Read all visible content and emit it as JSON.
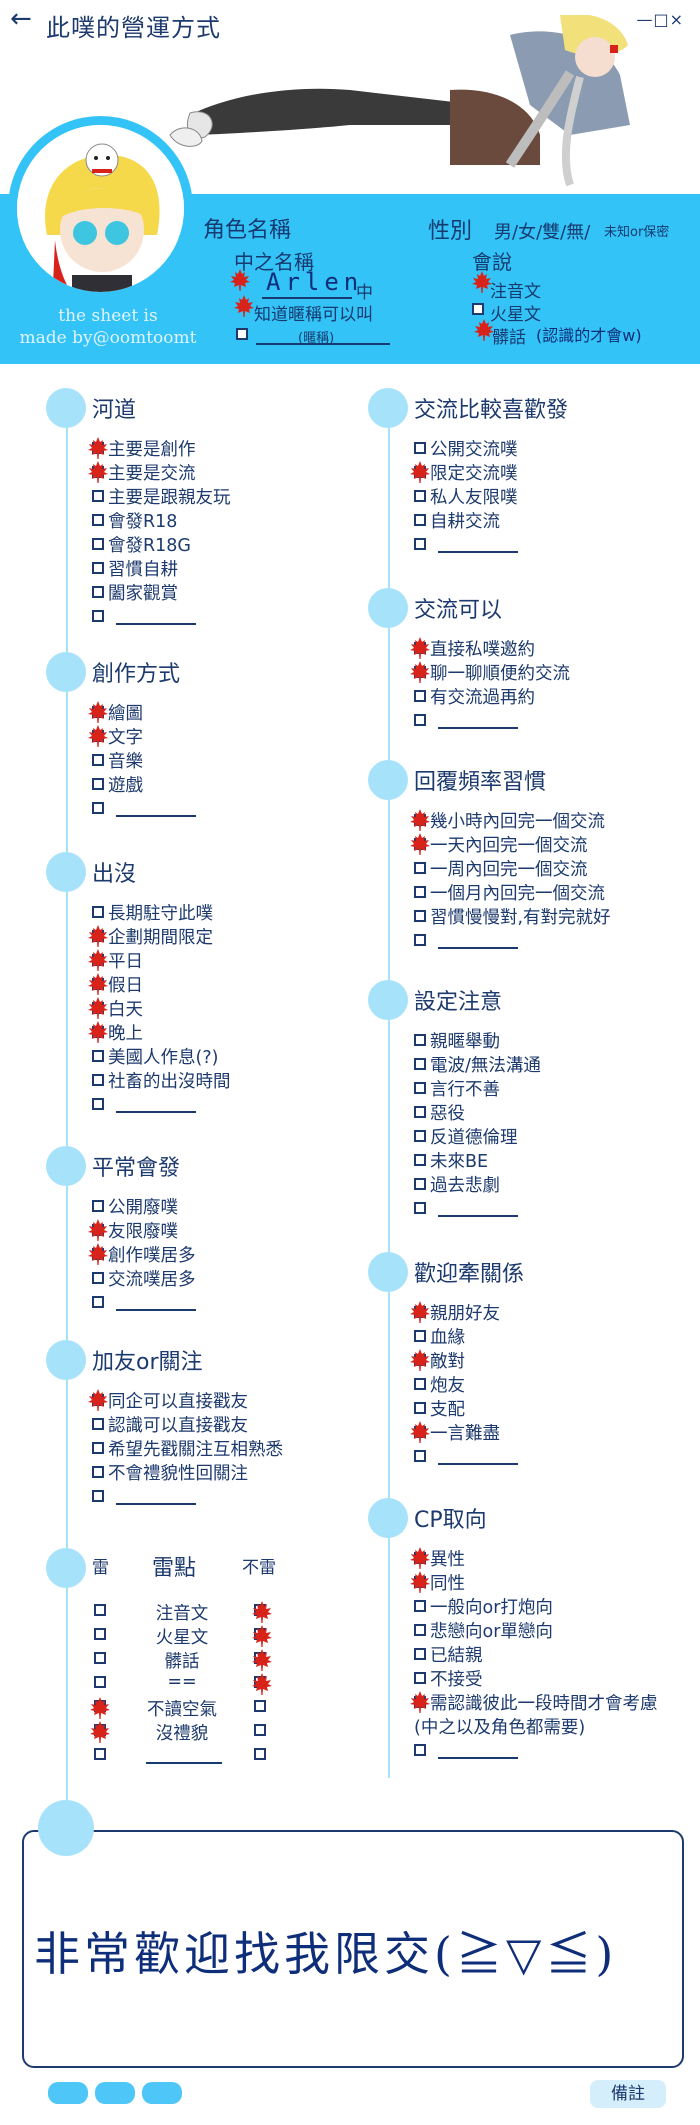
{
  "title_bar": {
    "back_icon": "arrow-left-icon",
    "title": "此噗的營運方式",
    "window_controls": "—□×"
  },
  "credit": {
    "line1": "the sheet is",
    "line2": "made by@oomtoomt"
  },
  "profile": {
    "role_name_label": "角色名稱",
    "gender_label": "性別",
    "gender_options": "男/女/雙/無/",
    "gender_note": "未知or保密",
    "nickname_label": "中之名稱",
    "nickname_value": "Arlen",
    "nickname_suffix": "中",
    "nickname_opt2": "知道暱稱可以叫",
    "nickname_opt3_hint": "(暱稱)",
    "speak_label": "會說",
    "speak_items": [
      "注音文",
      "火星文",
      "髒話"
    ],
    "speak_handwritten": "(認識的才會w)"
  },
  "left_sections": [
    {
      "title": "河道",
      "items": [
        {
          "text": "主要是創作",
          "checked": true
        },
        {
          "text": "主要是交流",
          "checked": true
        },
        {
          "text": "主要是跟親友玩",
          "checked": false
        },
        {
          "text": "會發R18",
          "checked": false
        },
        {
          "text": "會發R18G",
          "checked": false
        },
        {
          "text": "習慣自耕",
          "checked": false
        },
        {
          "text": "闔家觀賞",
          "checked": false
        },
        {
          "text": "",
          "checked": false
        }
      ]
    },
    {
      "title": "創作方式",
      "items": [
        {
          "text": "繪圖",
          "checked": true
        },
        {
          "text": "文字",
          "checked": true
        },
        {
          "text": "音樂",
          "checked": false
        },
        {
          "text": "遊戲",
          "checked": false
        },
        {
          "text": "",
          "checked": false
        }
      ]
    },
    {
      "title": "出沒",
      "items": [
        {
          "text": "長期駐守此噗",
          "checked": false
        },
        {
          "text": "企劃期間限定",
          "checked": true
        },
        {
          "text": "平日",
          "checked": true
        },
        {
          "text": "假日",
          "checked": true
        },
        {
          "text": "白天",
          "checked": true
        },
        {
          "text": "晚上",
          "checked": true
        },
        {
          "text": "美國人作息(?)",
          "checked": false
        },
        {
          "text": "社畜的出沒時間",
          "checked": false
        },
        {
          "text": "",
          "checked": false
        }
      ]
    },
    {
      "title": "平常會發",
      "items": [
        {
          "text": "公開廢噗",
          "checked": false
        },
        {
          "text": "友限廢噗",
          "checked": true
        },
        {
          "text": "創作噗居多",
          "checked": true
        },
        {
          "text": "交流噗居多",
          "checked": false
        },
        {
          "text": "",
          "checked": false
        }
      ]
    },
    {
      "title": "加友or關注",
      "items": [
        {
          "text": "同企可以直接戳友",
          "checked": true
        },
        {
          "text": "認識可以直接戳友",
          "checked": false
        },
        {
          "text": "希望先戳關注互相熟悉",
          "checked": false
        },
        {
          "text": "不會禮貌性回關注",
          "checked": false
        },
        {
          "text": "",
          "checked": false
        }
      ]
    }
  ],
  "mine": {
    "dislike_label": "雷",
    "title": "雷點",
    "ok_label": "不雷",
    "rows": [
      {
        "text": "注音文",
        "dislike": false,
        "ok": true
      },
      {
        "text": "火星文",
        "dislike": false,
        "ok": true
      },
      {
        "text": "髒話",
        "dislike": false,
        "ok": true
      },
      {
        "text": "==",
        "dislike": false,
        "ok": true
      },
      {
        "text": "不讀空氣",
        "dislike": true,
        "ok": false
      },
      {
        "text": "沒禮貌",
        "dislike": true,
        "ok": false
      },
      {
        "text": "",
        "dislike": false,
        "ok": false
      }
    ]
  },
  "right_sections": [
    {
      "title": "交流比較喜歡發",
      "items": [
        {
          "text": "公開交流噗",
          "checked": false
        },
        {
          "text": "限定交流噗",
          "checked": true
        },
        {
          "text": "私人友限噗",
          "checked": false
        },
        {
          "text": "自耕交流",
          "checked": false
        },
        {
          "text": "",
          "checked": false
        }
      ]
    },
    {
      "title": "交流可以",
      "items": [
        {
          "text": "直接私噗邀約",
          "checked": true
        },
        {
          "text": "聊一聊順便約交流",
          "checked": true
        },
        {
          "text": "有交流過再約",
          "checked": false
        },
        {
          "text": "",
          "checked": false
        }
      ]
    },
    {
      "title": "回覆頻率習慣",
      "items": [
        {
          "text": "幾小時內回完一個交流",
          "checked": true
        },
        {
          "text": "一天內回完一個交流",
          "checked": true
        },
        {
          "text": "一周內回完一個交流",
          "checked": false
        },
        {
          "text": "一個月內回完一個交流",
          "checked": false
        },
        {
          "text": "習慣慢慢對,有對完就好",
          "checked": false
        },
        {
          "text": "",
          "checked": false
        }
      ]
    },
    {
      "title": "設定注意",
      "items": [
        {
          "text": "親暱舉動",
          "checked": false
        },
        {
          "text": "電波/無法溝通",
          "checked": false
        },
        {
          "text": "言行不善",
          "checked": false
        },
        {
          "text": "惡役",
          "checked": false
        },
        {
          "text": "反道德倫理",
          "checked": false
        },
        {
          "text": "未來BE",
          "checked": false
        },
        {
          "text": "過去悲劇",
          "checked": false
        },
        {
          "text": "",
          "checked": false
        }
      ]
    },
    {
      "title": "歡迎牽關係",
      "items": [
        {
          "text": "親朋好友",
          "checked": true
        },
        {
          "text": "血緣",
          "checked": false
        },
        {
          "text": "敵對",
          "checked": true
        },
        {
          "text": "炮友",
          "checked": false
        },
        {
          "text": "支配",
          "checked": false
        },
        {
          "text": "一言難盡",
          "checked": true
        },
        {
          "text": "",
          "checked": false
        }
      ]
    },
    {
      "title": "CP取向",
      "items": [
        {
          "text": "異性",
          "checked": true
        },
        {
          "text": "同性",
          "checked": true
        },
        {
          "text": "一般向or打炮向",
          "checked": false
        },
        {
          "text": "悲戀向or單戀向",
          "checked": false
        },
        {
          "text": "已結親",
          "checked": false
        },
        {
          "text": "不接受",
          "checked": false
        },
        {
          "text": "需認識彼此一段時間才會考慮",
          "checked": true
        },
        {
          "text": "(中之以及角色都需要)",
          "checked": false,
          "nobox": true
        },
        {
          "text": "",
          "checked": false
        }
      ]
    }
  ],
  "note": {
    "text": "非常歡迎找我限交(≧▽≦)"
  },
  "footer": {
    "memo_label": "備註"
  },
  "colors": {
    "banner": "#33c3f6",
    "dot": "#a7e2fb",
    "text": "#1d3a6e",
    "leaf": "#d8231b"
  }
}
